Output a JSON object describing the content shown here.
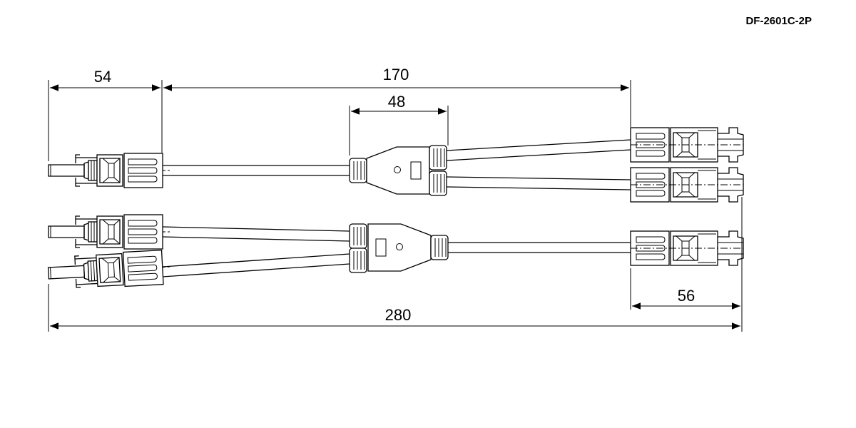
{
  "part_number": "DF-2601C-2P",
  "dimensions": {
    "male_connector_length": "54",
    "branch_length": "170",
    "splitter_body": "48",
    "female_connector_length": "56",
    "overall_length": "280"
  }
}
